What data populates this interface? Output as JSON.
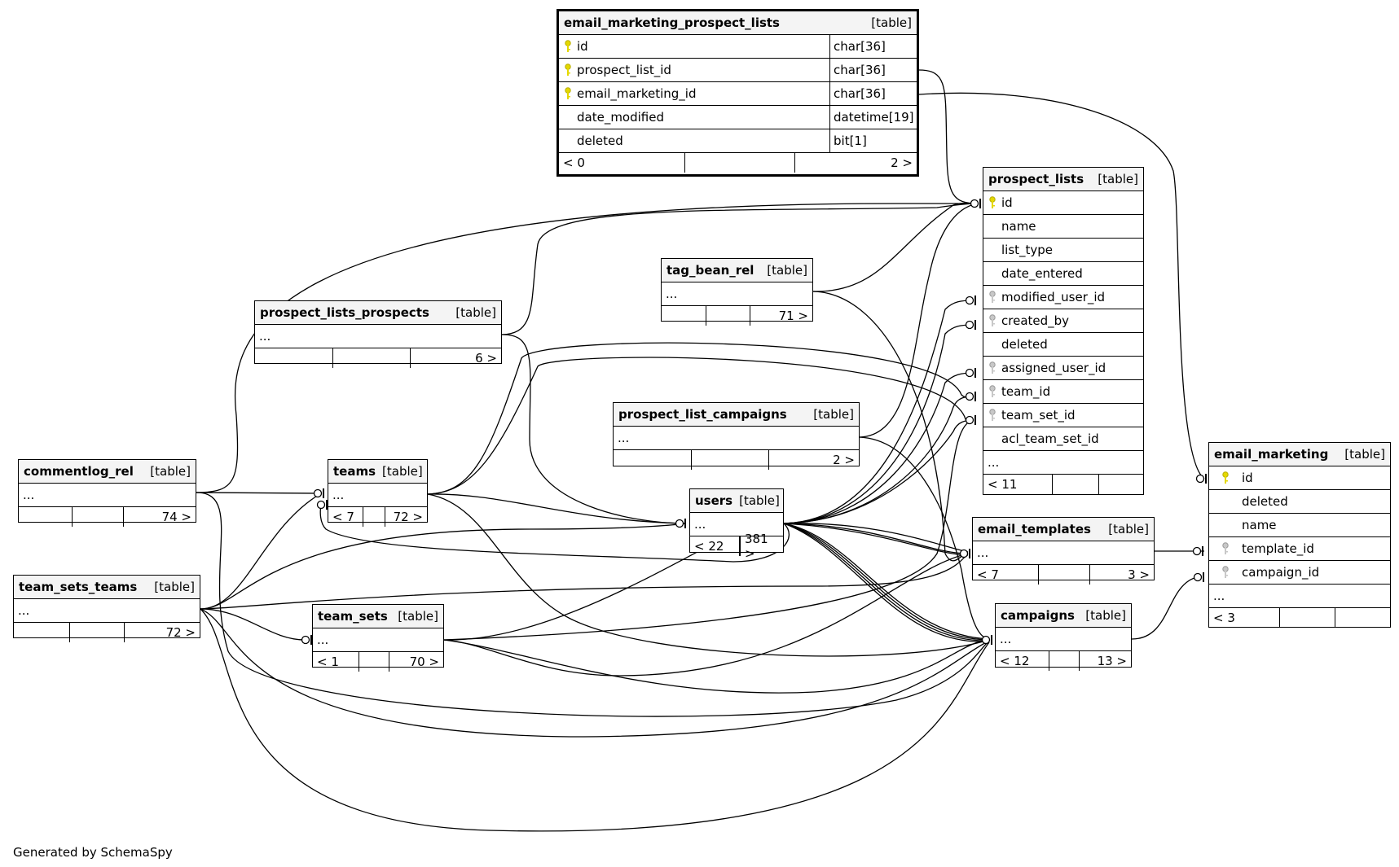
{
  "footer": "Generated by SchemaSpy",
  "tables": {
    "email_marketing_prospect_lists": {
      "name": "email_marketing_prospect_lists",
      "type": "[table]",
      "columns": [
        {
          "name": "id",
          "type": "char[36]",
          "key": "primary-key"
        },
        {
          "name": "prospect_list_id",
          "type": "char[36]",
          "key": "primary-key"
        },
        {
          "name": "email_marketing_id",
          "type": "char[36]",
          "key": "primary-key"
        },
        {
          "name": "date_modified",
          "type": "datetime[19]"
        },
        {
          "name": "deleted",
          "type": "bit[1]"
        }
      ],
      "parents": "< 0",
      "children": "2 >"
    },
    "prospect_lists": {
      "name": "prospect_lists",
      "type": "[table]",
      "columns": [
        {
          "name": "id",
          "key": "primary-key"
        },
        {
          "name": "name"
        },
        {
          "name": "list_type"
        },
        {
          "name": "date_entered"
        },
        {
          "name": "modified_user_id",
          "key": "foreign-key"
        },
        {
          "name": "created_by",
          "key": "foreign-key"
        },
        {
          "name": "deleted"
        },
        {
          "name": "assigned_user_id",
          "key": "foreign-key"
        },
        {
          "name": "team_id",
          "key": "foreign-key"
        },
        {
          "name": "team_set_id",
          "key": "foreign-key"
        },
        {
          "name": "acl_team_set_id"
        }
      ],
      "more": "...",
      "parents": "< 11",
      "children": ""
    },
    "email_marketing": {
      "name": "email_marketing",
      "type": "[table]",
      "columns": [
        {
          "name": "id",
          "key": "primary-key"
        },
        {
          "name": "deleted"
        },
        {
          "name": "name"
        },
        {
          "name": "template_id",
          "key": "foreign-key"
        },
        {
          "name": "campaign_id",
          "key": "foreign-key"
        }
      ],
      "more": "...",
      "parents": "< 3",
      "children": ""
    },
    "tag_bean_rel": {
      "name": "tag_bean_rel",
      "type": "[table]",
      "more": "...",
      "parents": "",
      "children": "71 >"
    },
    "prospect_lists_prospects": {
      "name": "prospect_lists_prospects",
      "type": "[table]",
      "more": "...",
      "parents": "",
      "children": "6 >"
    },
    "prospect_list_campaigns": {
      "name": "prospect_list_campaigns",
      "type": "[table]",
      "more": "...",
      "parents": "",
      "children": "2 >"
    },
    "commentlog_rel": {
      "name": "commentlog_rel",
      "type": "[table]",
      "more": "...",
      "parents": "",
      "children": "74 >"
    },
    "teams": {
      "name": "teams",
      "type": "[table]",
      "more": "...",
      "parents": "< 7",
      "children": "72 >"
    },
    "users": {
      "name": "users",
      "type": "[table]",
      "more": "...",
      "parents": "< 22",
      "children": "381 >"
    },
    "email_templates": {
      "name": "email_templates",
      "type": "[table]",
      "more": "...",
      "parents": "< 7",
      "children": "3 >"
    },
    "team_sets_teams": {
      "name": "team_sets_teams",
      "type": "[table]",
      "more": "...",
      "parents": "",
      "children": "72 >"
    },
    "team_sets": {
      "name": "team_sets",
      "type": "[table]",
      "more": "...",
      "parents": "< 1",
      "children": "70 >"
    },
    "campaigns": {
      "name": "campaigns",
      "type": "[table]",
      "more": "...",
      "parents": "< 12",
      "children": "13 >"
    }
  }
}
